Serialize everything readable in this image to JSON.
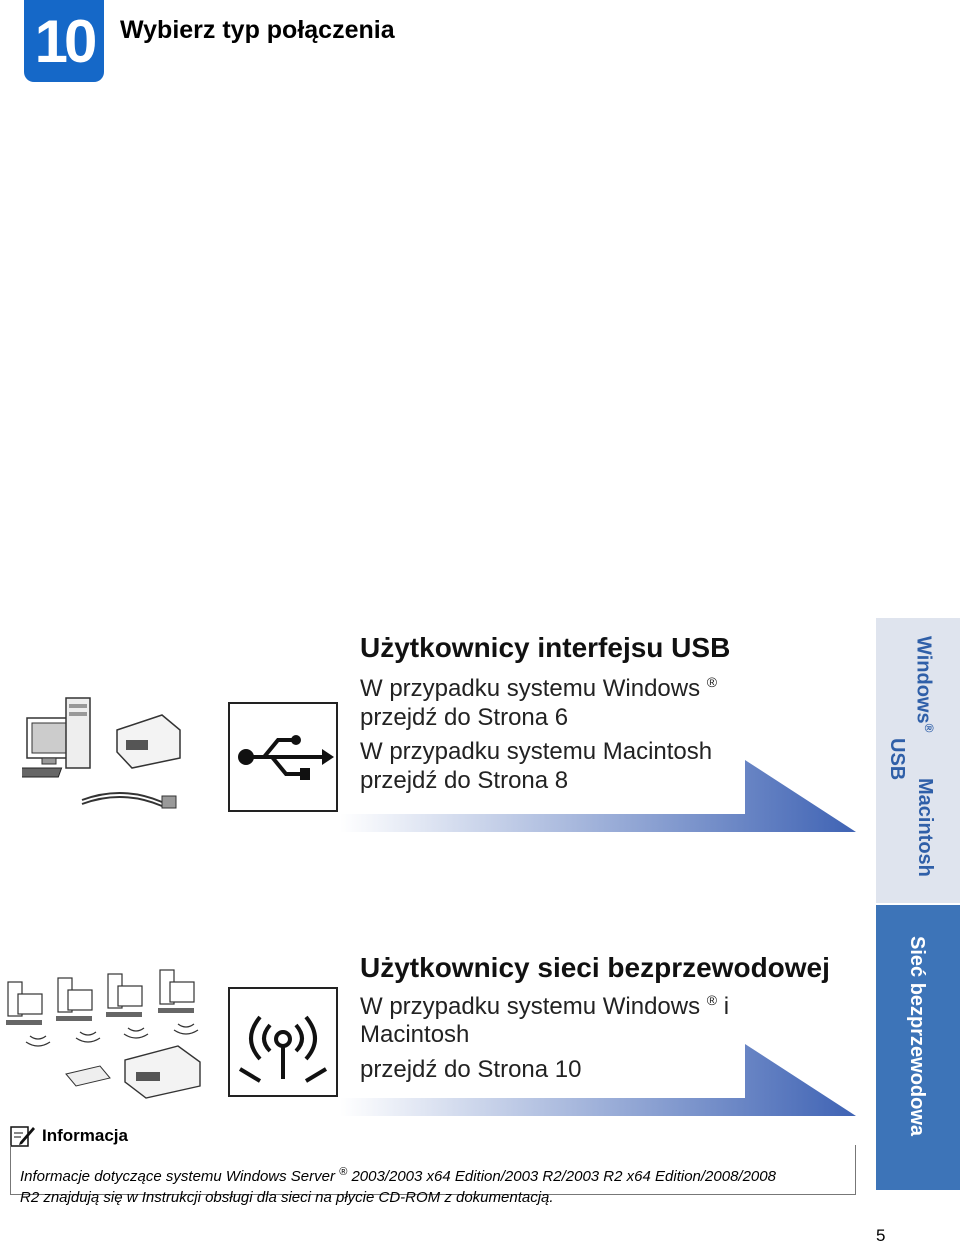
{
  "header": {
    "step_number": "10",
    "title": "Wybierz typ połączenia"
  },
  "usb_section": {
    "heading": "Użytkownicy interfejsu USB",
    "line1": "W przypadku systemu Windows",
    "line1_mark": "®",
    "line2": "przejdź do Strona 6",
    "line3": "W przypadku systemu Macintosh",
    "line4": "przejdź do Strona 8"
  },
  "wireless_section": {
    "heading": "Użytkownicy sieci bezprzewodowej",
    "line1": "W przypadku systemu Windows",
    "line1_mark": "®",
    "line1_suffix": "i",
    "line2": "Macintosh",
    "line3": "przejdź do Strona 10"
  },
  "side_tabs": {
    "windows": "Windows",
    "windows_mark": "®",
    "usb": "USB",
    "macintosh": "Macintosh",
    "wireless": "Sieć bezprzewodowa"
  },
  "note": {
    "label": "Informacja",
    "line1": "Informacje dotyczące systemu Windows Server",
    "line1_mark": "®",
    "line1_rest": "2003/2003 x64 Edition/2003 R2/2003 R2 x64",
    "line2": "Edition/2008/2008 R2 znajdują się w Instrukcji obsługi dla sieci na płycie CD-ROM z dokumentacją."
  },
  "page_number": "5",
  "colors": {
    "accent_blue": "#1568c8",
    "tab_blue": "#3d74b8",
    "tab_light": "#dfe4ee"
  }
}
